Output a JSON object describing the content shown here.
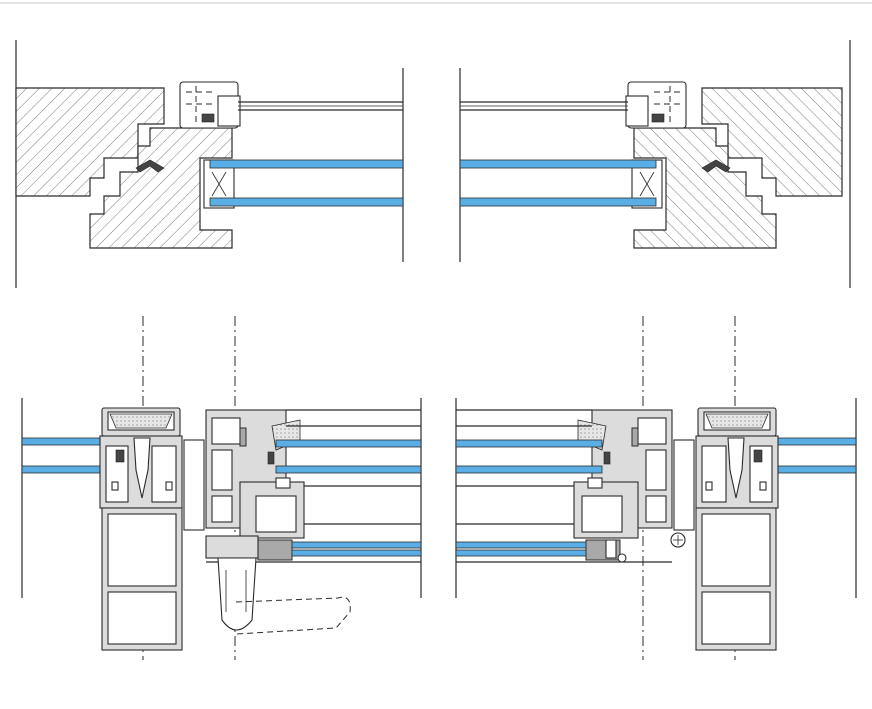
{
  "colors": {
    "glass": "#5aaee6",
    "aluminium": "#dcdcdc",
    "aluminium_dark": "#a9a9a9",
    "wall_hatch": "#2b2b2b",
    "line": "#2b2b2b",
    "background": "#ffffff"
  },
  "panels": [
    {
      "name": "wood-window-section-left"
    },
    {
      "name": "wood-window-section-right"
    },
    {
      "name": "aluminium-window-section-left"
    },
    {
      "name": "aluminium-window-section-right"
    }
  ]
}
